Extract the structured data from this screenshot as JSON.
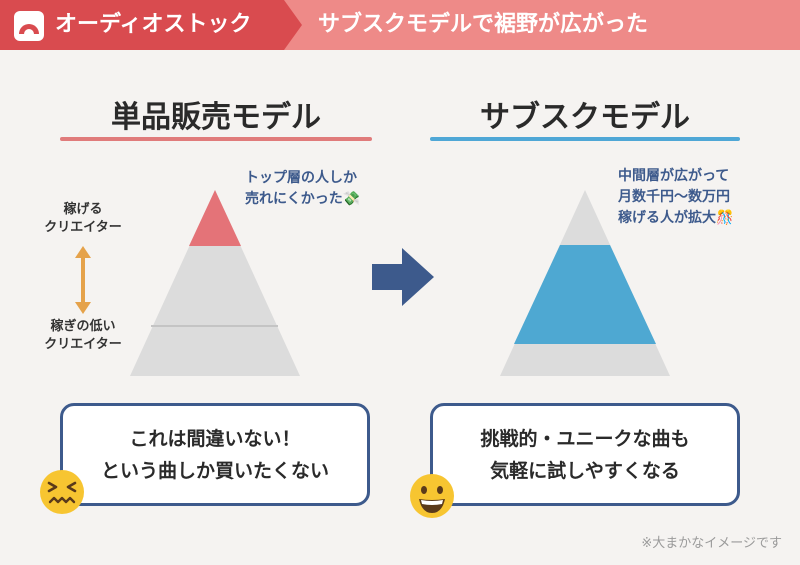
{
  "header": {
    "brand": "オーディオストック",
    "title": "サブスクモデルで裾野が広がった",
    "colors": {
      "brand": "#d94b4f",
      "banner": "#ee8a88"
    }
  },
  "left": {
    "title": "単品販売モデル",
    "underline_color": "#e07b7b",
    "note_lines": [
      "トップ層の人しか",
      "売れにくかった💸"
    ],
    "axis_top_lines": [
      "稼げる",
      "クリエイター"
    ],
    "axis_bottom_lines": [
      "稼ぎの低い",
      "クリエイター"
    ],
    "message_lines": [
      "これは間違いない！",
      "という曲しか買いたくない"
    ],
    "emoji_icon": "confounded-face-icon",
    "pyramid_colors": {
      "top": "#e47378",
      "rest": "#dcdcdc"
    }
  },
  "right": {
    "title": "サブスクモデル",
    "underline_color": "#4fa7d6",
    "note_lines": [
      "中間層が広がって",
      "月数千円〜数万円",
      "稼げる人が拡大🎊"
    ],
    "message_lines": [
      "挑戦的・ユニークな曲も",
      "気軽に試しやすくなる"
    ],
    "emoji_icon": "grinning-face-icon",
    "pyramid_colors": {
      "middle": "#4ea8d2",
      "rest": "#dcdcdc"
    }
  },
  "arrow": {
    "icon": "right-arrow-icon",
    "color": "#3d5a8c"
  },
  "footnote": "※大まかなイメージです"
}
